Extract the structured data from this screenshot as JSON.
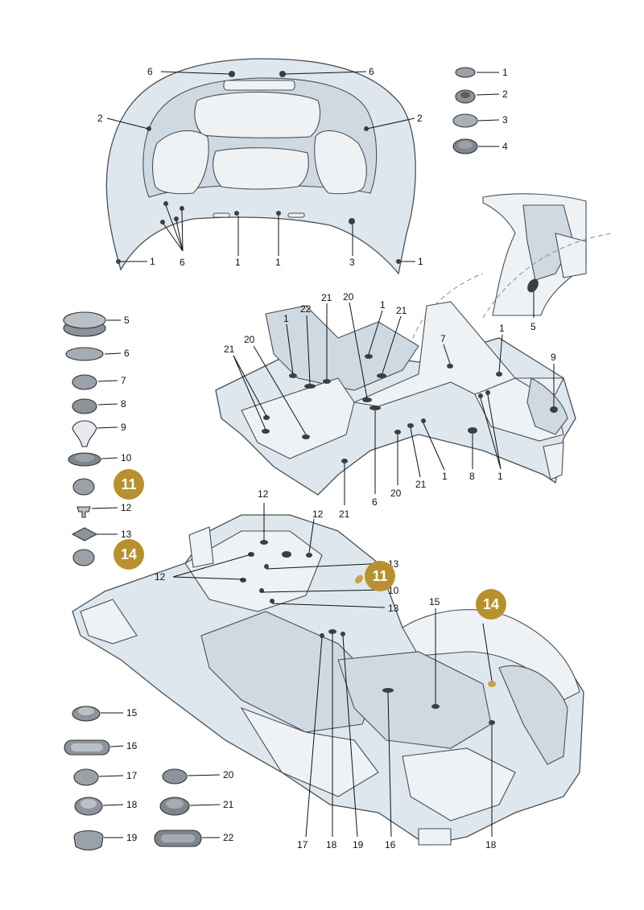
{
  "callouts": {
    "hood": [
      "6",
      "6",
      "2",
      "2",
      "1",
      "1",
      "1",
      "3",
      "6",
      "1"
    ],
    "parts_key": [
      "1",
      "2",
      "3",
      "4",
      "5",
      "6",
      "7",
      "8",
      "9",
      "10",
      "11",
      "12",
      "13",
      "14",
      "15",
      "16",
      "17",
      "18",
      "19",
      "20",
      "21",
      "22"
    ],
    "a_pillar": [
      "5"
    ],
    "floor_front": [
      "1",
      "22",
      "21",
      "20",
      "1",
      "21",
      "21",
      "20",
      "7",
      "1",
      "9",
      "6",
      "20",
      "21",
      "1",
      "8",
      "1",
      "21"
    ],
    "underbody": [
      "12",
      "12",
      "12",
      "13",
      "10",
      "13",
      "15",
      "17",
      "18",
      "19",
      "16",
      "18"
    ],
    "badges": [
      "11",
      "14",
      "11",
      "14"
    ]
  },
  "colors": {
    "badge": "#b8912f",
    "panel": "#dfe7ee",
    "outline": "#4a4f55"
  }
}
